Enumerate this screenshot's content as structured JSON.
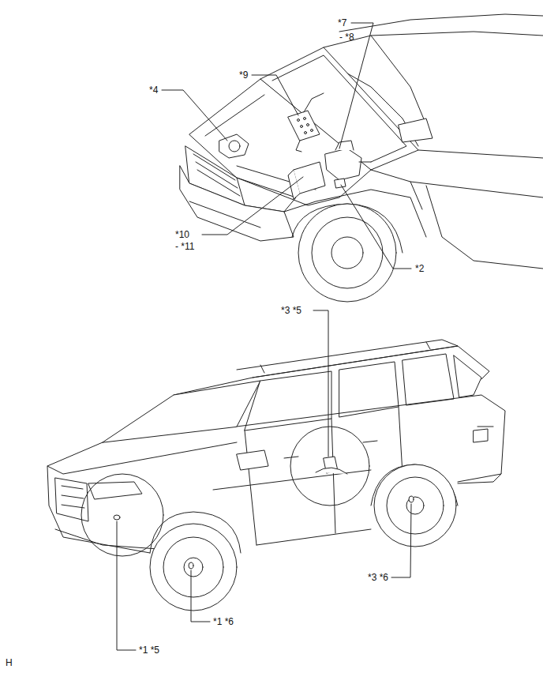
{
  "diagram": {
    "labels": [
      "*7",
      "- *8",
      "*9",
      "*4",
      "*10",
      "- *11",
      "*2",
      "*3 *5",
      "*3 *6",
      "*1 *6",
      "*1 *5",
      "H"
    ]
  }
}
